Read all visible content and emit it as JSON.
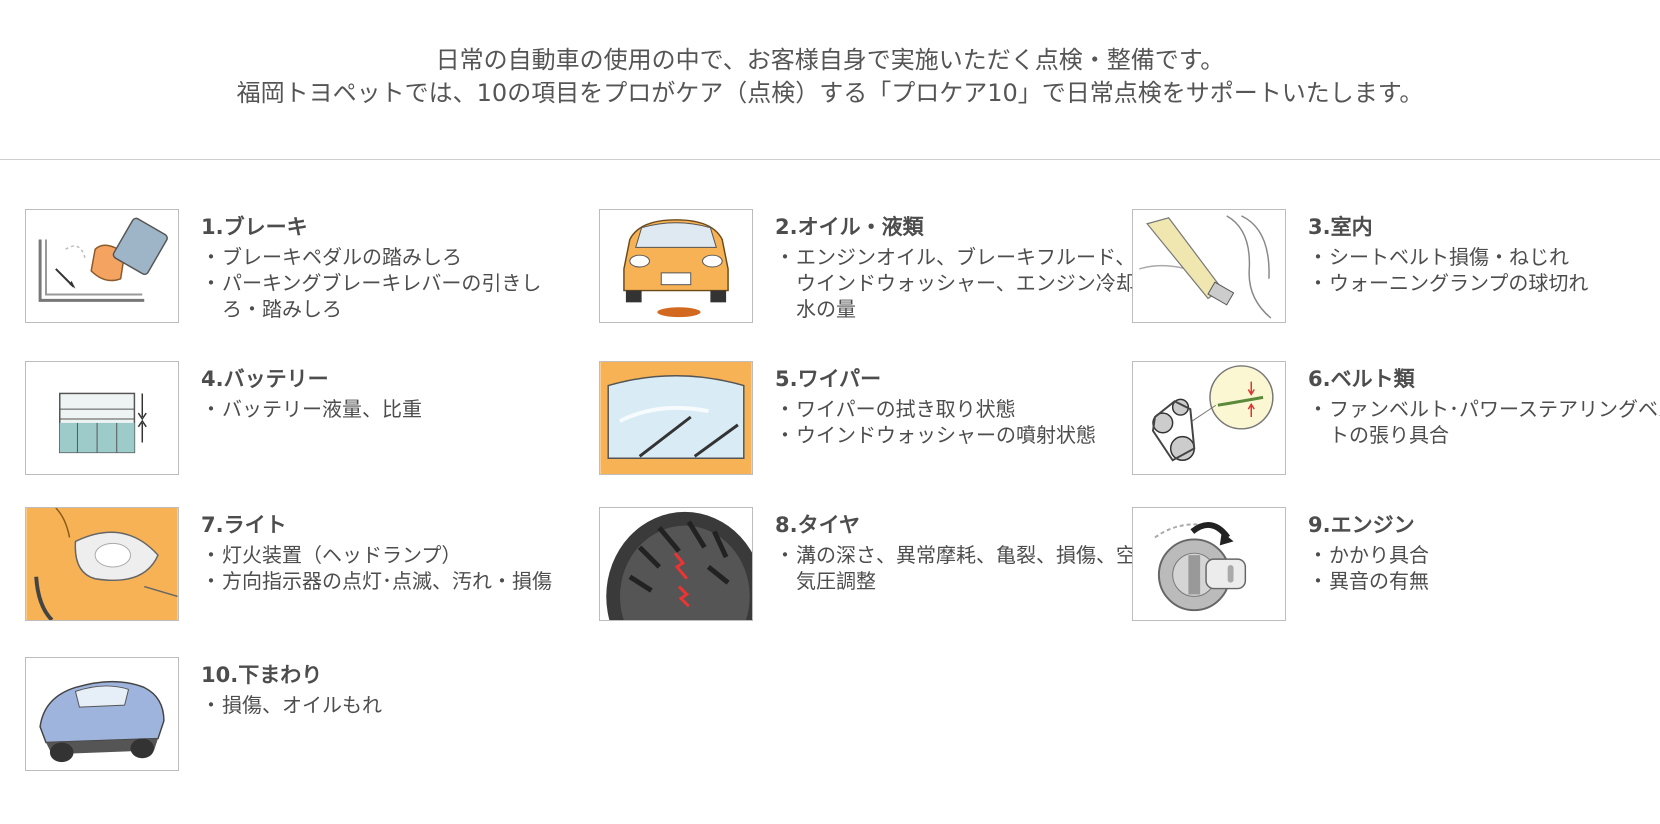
{
  "intro": {
    "line1": "日常の自動車の使用の中で、お客様自身で実施いただく点検・整備です。",
    "line2": "福岡トヨペットでは、10の項目をプロがケア（点検）する「プロケア10」で日常点検をサポートいたします。"
  },
  "items": [
    {
      "title": "1.ブレーキ",
      "icon": "brake-pedal-icon",
      "bullets": [
        "ブレーキペダルの踏みしろ",
        "パーキングブレーキレバーの引きしろ・踏みしろ"
      ]
    },
    {
      "title": "2.オイル・液類",
      "icon": "oil-leak-car-icon",
      "bullets": [
        "エンジンオイル、ブレーキフルード、ウインドウォッシャー、エンジン冷却水の量"
      ]
    },
    {
      "title": "3.室内",
      "icon": "seatbelt-icon",
      "bullets": [
        "シートベルト損傷・ねじれ",
        "ウォーニングランプの球切れ"
      ]
    },
    {
      "title": "4.バッテリー",
      "icon": "battery-icon",
      "bullets": [
        "バッテリー液量、比重"
      ]
    },
    {
      "title": "5.ワイパー",
      "icon": "wiper-icon",
      "bullets": [
        "ワイパーの拭き取り状態",
        "ウインドウォッシャーの噴射状態"
      ]
    },
    {
      "title": "6.ベルト類",
      "icon": "belt-icon",
      "bullets": [
        "ファンベルト･パワーステアリングベルトの張り具合"
      ]
    },
    {
      "title": "7.ライト",
      "icon": "headlight-icon",
      "bullets": [
        "灯火装置（ヘッドランプ）",
        "方向指示器の点灯･点滅、汚れ・損傷"
      ]
    },
    {
      "title": "8.タイヤ",
      "icon": "tire-icon",
      "bullets": [
        "溝の深さ、異常摩耗、亀裂、損傷、空気圧調整"
      ]
    },
    {
      "title": "9.エンジン",
      "icon": "ignition-key-icon",
      "bullets": [
        "かかり具合",
        "異音の有無"
      ]
    },
    {
      "title": "10.下まわり",
      "icon": "car-underside-icon",
      "bullets": [
        "損傷、オイルもれ"
      ]
    }
  ],
  "colors": {
    "car_orange": "#f6b255",
    "car_blue": "#9fb4dd",
    "text": "#4d4d4d",
    "divider": "#cfcfcf"
  }
}
